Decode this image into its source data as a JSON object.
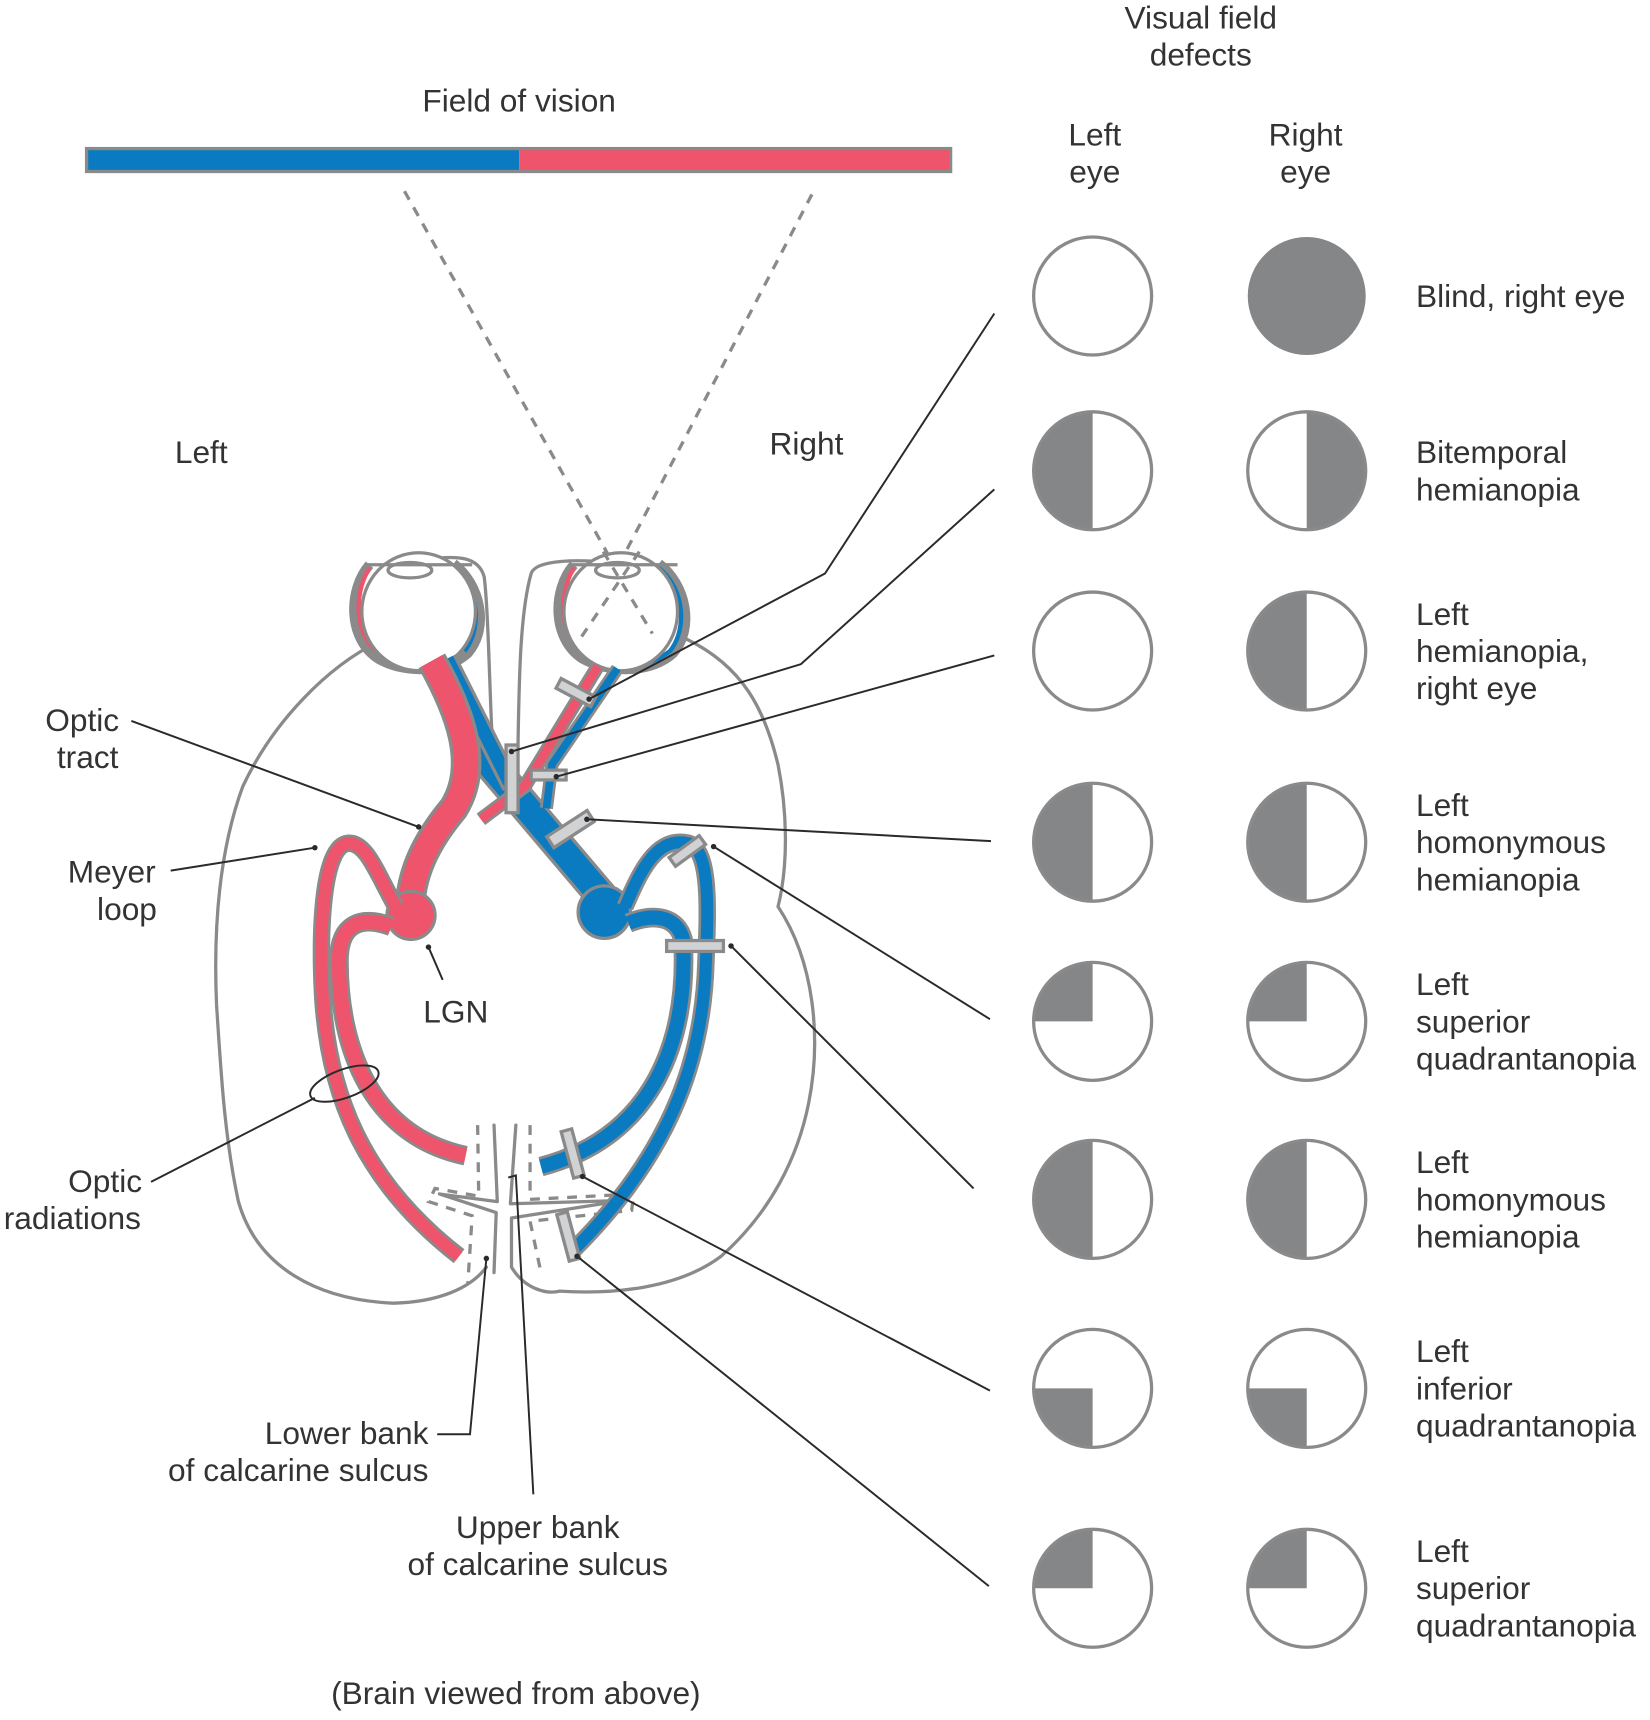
{
  "title": "Field of vision",
  "colors": {
    "left_field": "#0a7bc1",
    "right_field": "#ee546b",
    "defect_fill": "#858688",
    "outline": "#8a8a8a",
    "lesion": "#d1d2d4",
    "text": "#333333"
  },
  "field_bar": {
    "left_label": "Left",
    "right_label": "Right"
  },
  "anatomy_labels": {
    "optic_tract": [
      "Optic",
      "tract"
    ],
    "meyer_loop": [
      "Meyer",
      "loop"
    ],
    "lgn": "LGN",
    "optic_radiations": [
      "Optic",
      "radiations"
    ],
    "lower_bank": [
      "Lower bank",
      "of calcarine sulcus"
    ],
    "upper_bank": [
      "Upper bank",
      "of calcarine sulcus"
    ],
    "caption": "(Brain viewed from above)"
  },
  "defects_panel": {
    "title": [
      "Visual field",
      "defects"
    ],
    "col_left": [
      "Left",
      "eye"
    ],
    "col_right": [
      "Right",
      "eye"
    ],
    "rows": [
      {
        "label": [
          "Blind, right eye"
        ],
        "left_eye": "none",
        "right_eye": "full"
      },
      {
        "label": [
          "Bitemporal",
          "hemianopia"
        ],
        "left_eye": "left-half",
        "right_eye": "right-half"
      },
      {
        "label": [
          "Left",
          "hemianopia,",
          "right eye"
        ],
        "left_eye": "none",
        "right_eye": "left-half"
      },
      {
        "label": [
          "Left",
          "homonymous",
          "hemianopia"
        ],
        "left_eye": "left-half",
        "right_eye": "left-half"
      },
      {
        "label": [
          "Left",
          "superior",
          "quadrantanopia"
        ],
        "left_eye": "upper-left-quadrant",
        "right_eye": "upper-left-quadrant"
      },
      {
        "label": [
          "Left",
          "homonymous",
          "hemianopia"
        ],
        "left_eye": "left-half",
        "right_eye": "left-half"
      },
      {
        "label": [
          "Left",
          "inferior",
          "quadrantanopia"
        ],
        "left_eye": "lower-left-quadrant",
        "right_eye": "lower-left-quadrant"
      },
      {
        "label": [
          "Left",
          "superior",
          "quadrantanopia"
        ],
        "left_eye": "upper-left-quadrant",
        "right_eye": "upper-left-quadrant"
      }
    ]
  }
}
